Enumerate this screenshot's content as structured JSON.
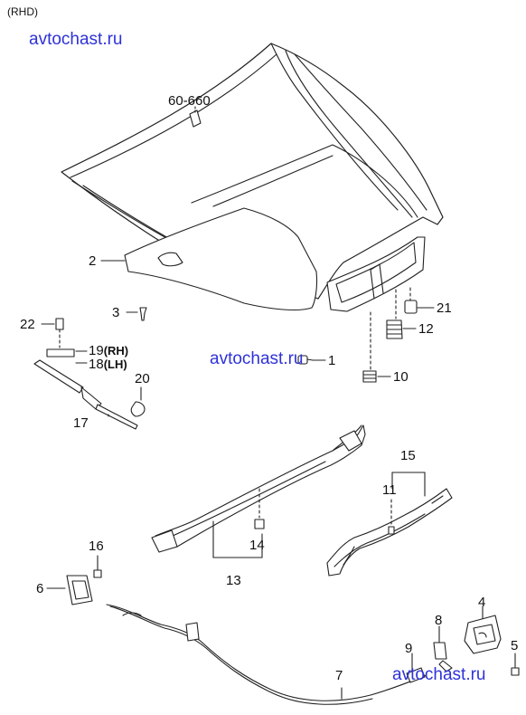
{
  "header": {
    "variant": "(RHD)"
  },
  "watermark": {
    "text": "avtochast.ru",
    "color": "#2e32d8"
  },
  "parts": {
    "p60660": "60-660",
    "p2": "2",
    "p3": "3",
    "p22": "22",
    "p19": "19",
    "p19_suffix": "(RH)",
    "p18": "18",
    "p18_suffix": "(LH)",
    "p20": "20",
    "p17": "17",
    "p1": "1",
    "p21": "21",
    "p12": "12",
    "p10": "10",
    "p15": "15",
    "p11": "11",
    "p14": "14",
    "p13": "13",
    "p16": "16",
    "p6": "6",
    "p4": "4",
    "p8": "8",
    "p9": "9",
    "p5": "5",
    "p7": "7"
  }
}
